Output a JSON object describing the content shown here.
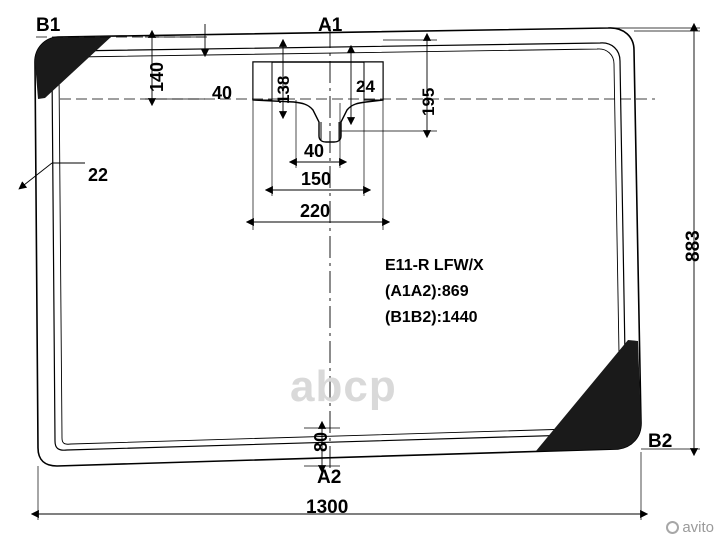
{
  "diagram": {
    "title_lines": [
      "E11-R LFW/X",
      "(A1A2):869",
      "(B1B2):1440"
    ],
    "corner_labels": {
      "top_left": "B1",
      "top_center": "A1",
      "bottom_center": "A2",
      "bottom_right": "B2"
    },
    "dimensions": {
      "overall_width": "1300",
      "overall_height": "883",
      "top_border_height": "140",
      "offset_40_top": "40",
      "sensor_left": "138",
      "sensor_right": "24",
      "sensor_depth": "195",
      "inner_40": "40",
      "span_150": "150",
      "span_220": "220",
      "side_edge": "22",
      "bottom_80": "80"
    }
  },
  "watermark": {
    "text": "abcp",
    "brand": "avito"
  }
}
